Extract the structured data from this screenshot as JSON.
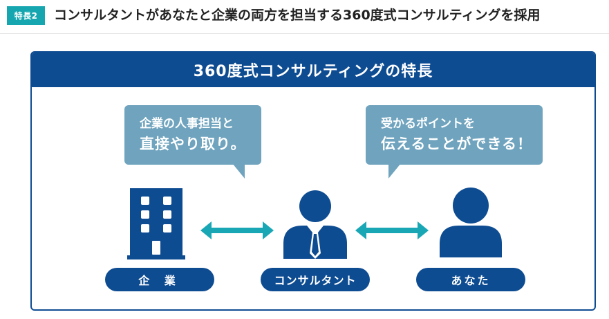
{
  "header": {
    "badge": "特長2",
    "title": "コンサルタントがあなたと企業の両方を担当する360度式コンサルティングを採用"
  },
  "panel": {
    "title": "360度式コンサルティングの特長",
    "bubble_left": {
      "line1": "企業の人事担当と",
      "line2": "直接やり取り。"
    },
    "bubble_right": {
      "line1": "受かるポイントを",
      "line2": "伝えることができる！"
    },
    "labels": {
      "company": "企 業",
      "consultant": "コンサルタント",
      "you": "あなた"
    },
    "icons": {
      "building": "building-icon",
      "consultant": "consultant-icon",
      "person": "person-icon",
      "arrows": "double-arrow-icon"
    },
    "colors": {
      "navy": "#0e4c92",
      "bubble": "#6fa3be",
      "arrow": "#19a7b5",
      "badge": "#16a6b0"
    }
  }
}
